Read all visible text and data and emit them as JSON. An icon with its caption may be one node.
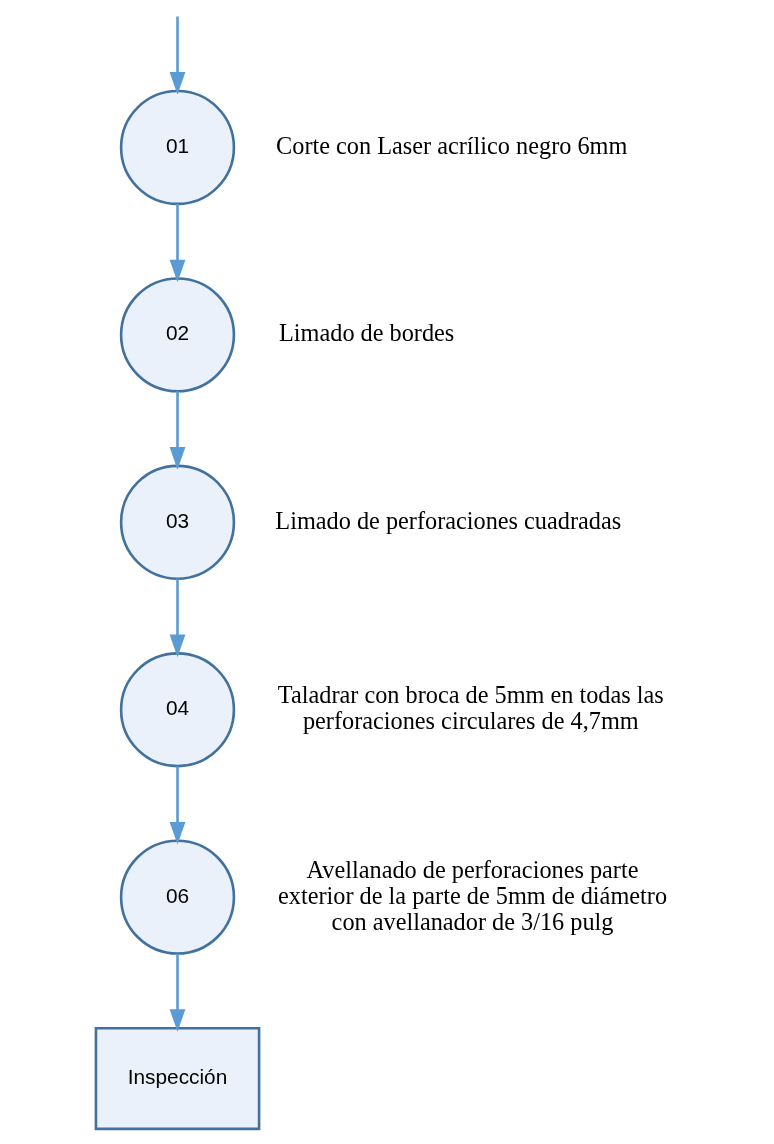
{
  "diagram": {
    "nodes": [
      {
        "text": [
          "01"
        ],
        "beside": [
          "Corte con Laser acrílico negro 6mm"
        ]
      },
      {
        "text": [
          "02"
        ],
        "beside": [
          "Limado de bordes"
        ]
      },
      {
        "text": [
          "03"
        ],
        "beside": [
          "Limado de perforaciones cuadradas"
        ]
      },
      {
        "text": [
          "04"
        ],
        "beside": [
          "Taladrar con broca de 5mm en todas las perforaciones circulares de 4,7mm"
        ]
      },
      {
        "text": [
          "06"
        ],
        "beside": [
          "Avellanado de perforaciones parte exterior de la parte de 5mm de diámetro con avellanador de 3/16 pulg"
        ]
      },
      {
        "text": [
          "Inspección"
        ]
      }
    ],
    "edges": [
      {
        "from": null,
        "to": 0,
        "arrow": "to"
      },
      {
        "from": 0,
        "to": 1,
        "arrow": "to"
      },
      {
        "from": 1,
        "to": 2,
        "arrow": "to"
      },
      {
        "from": 2,
        "to": 3,
        "arrow": "to"
      },
      {
        "from": 3,
        "to": 4,
        "arrow": "to"
      },
      {
        "from": 4,
        "to": 5,
        "arrow": "to"
      }
    ]
  }
}
